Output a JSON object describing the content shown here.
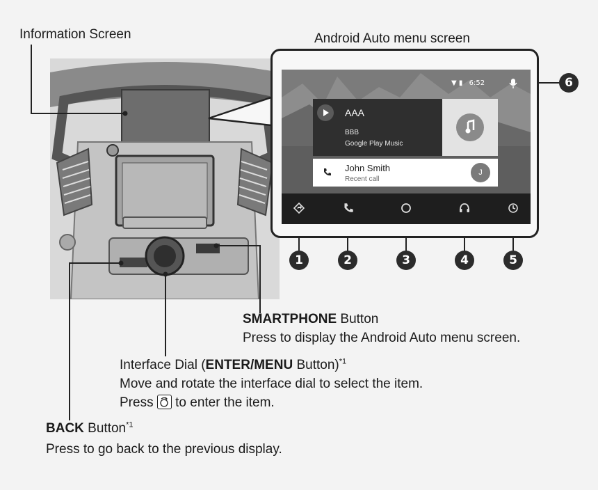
{
  "labels": {
    "information_screen": "Information Screen",
    "android_auto_menu": "Android Auto menu screen"
  },
  "android_auto": {
    "status_time": "6:52",
    "now_playing": {
      "title": "AAA",
      "artist": "BBB",
      "source": "Google Play Music"
    },
    "recent_call": {
      "name": "John Smith",
      "subtitle": "Recent call",
      "avatar_letter": "J"
    },
    "nav_icons": [
      "navigation-icon",
      "phone-icon",
      "home-icon",
      "headphones-icon",
      "overview-icon"
    ],
    "mic_icon": "microphone-icon"
  },
  "callout_numbers": [
    "1",
    "2",
    "3",
    "4",
    "5",
    "6"
  ],
  "smartphone": {
    "name": "SMARTPHONE",
    "suffix": " Button",
    "description": "Press to display the Android Auto menu screen."
  },
  "interface_dial": {
    "prefix": "Interface Dial (",
    "name": "ENTER/MENU",
    "suffix": " Button)",
    "footnote": "*1",
    "line1": "Move and rotate the interface dial to select the item.",
    "line2_prefix": "Press ",
    "line2_suffix": " to enter the item."
  },
  "back": {
    "name": "BACK",
    "suffix": " Button",
    "footnote": "*1",
    "description": "Press to go back to the previous display."
  },
  "colors": {
    "leader_line": "#222222",
    "screen_bg": "#6f6f6f",
    "card_dark": "#2f2f2f",
    "badge": "#2b2b2b"
  }
}
